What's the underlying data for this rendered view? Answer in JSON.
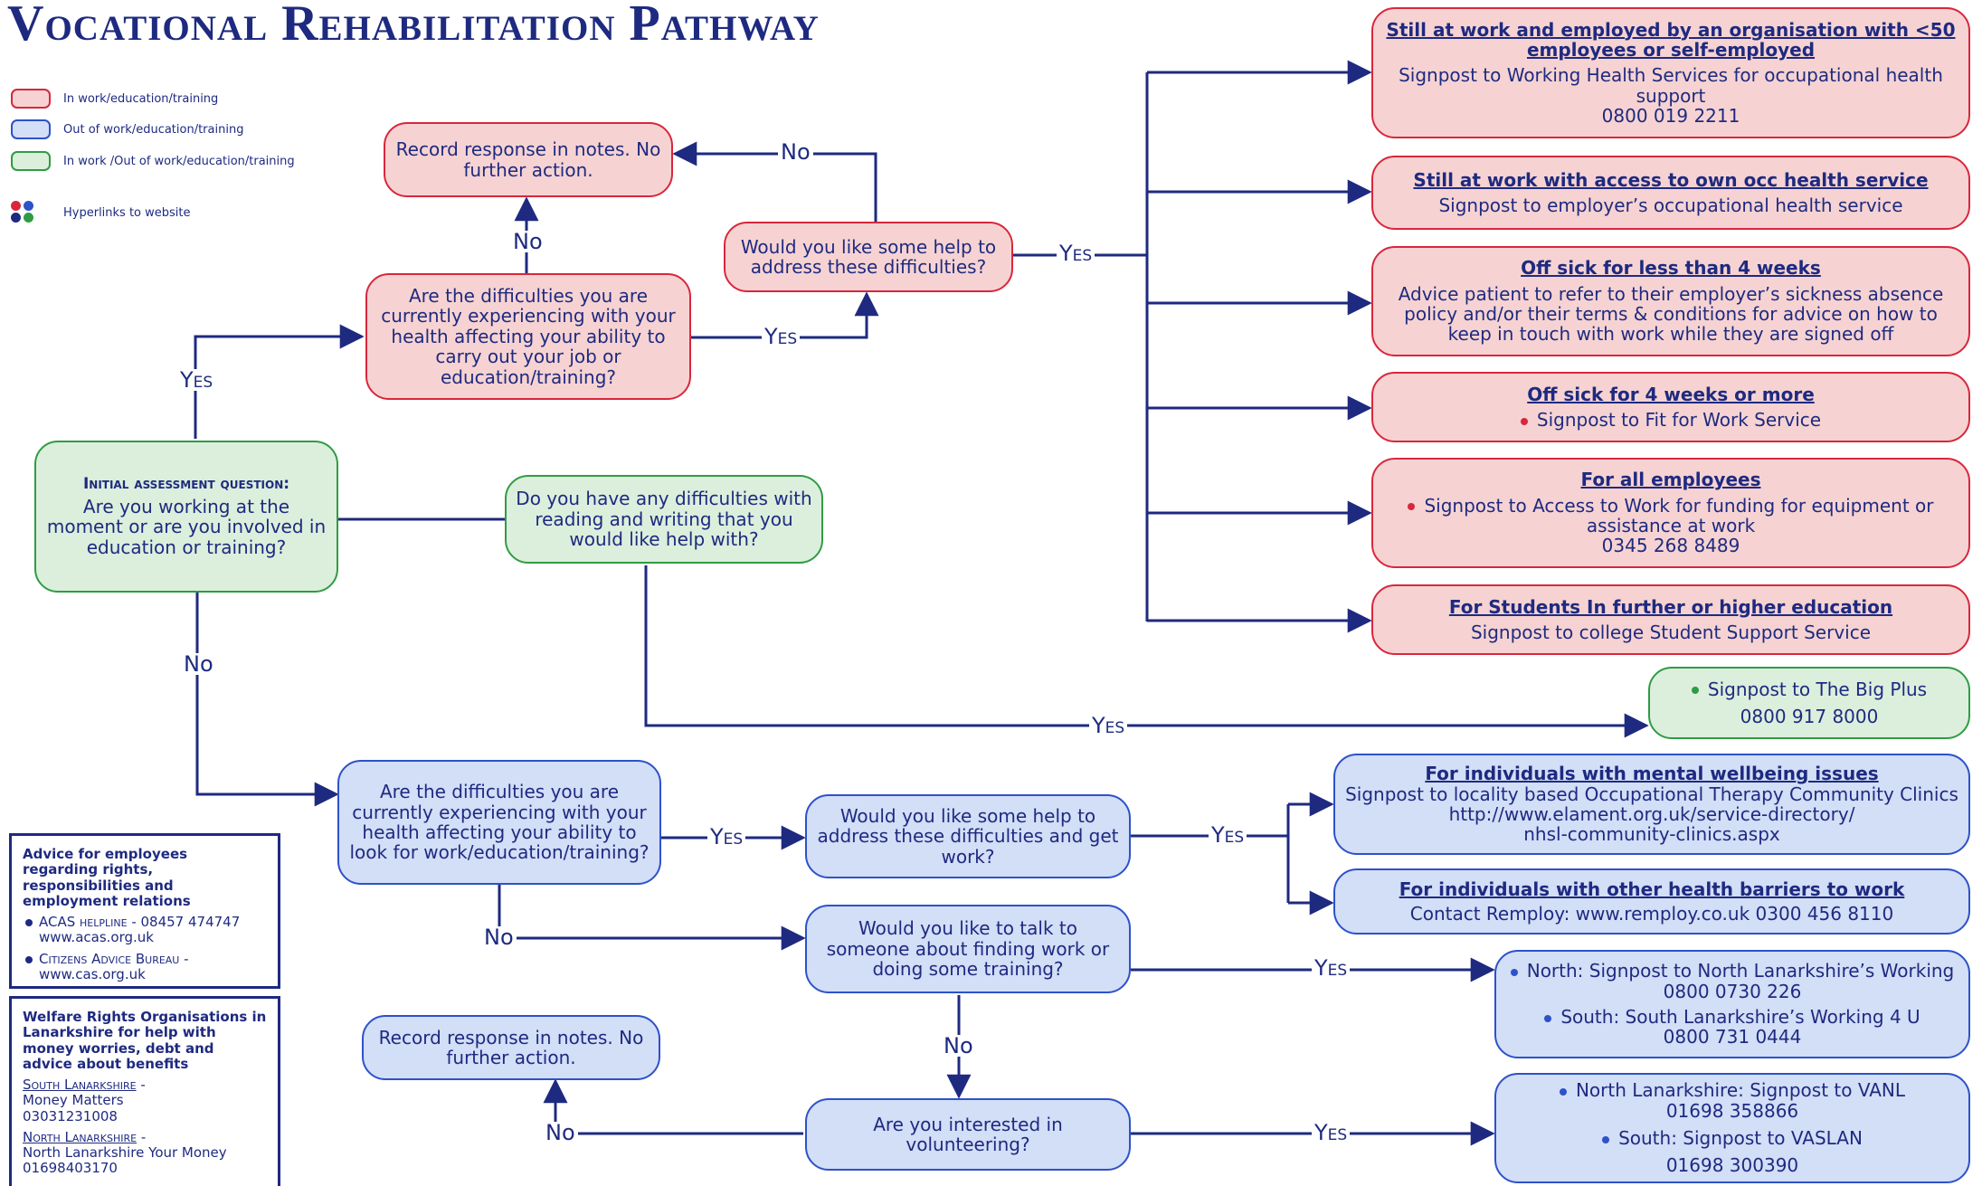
{
  "title": "Vocational Rehabilitation Pathway",
  "colors": {
    "pink_fill": "#f6d3d2",
    "pink_border": "#d8273d",
    "blue_fill": "#d3def7",
    "blue_border": "#2d52c9",
    "green_fill": "#dcefdc",
    "green_border": "#2f9c44",
    "line": "#1e2a80"
  },
  "legend": {
    "in_work": "In work/education/training",
    "out_work": "Out of work/education/training",
    "both": "In work /Out of work/education/training",
    "hyperlinks": "Hyperlinks to website"
  },
  "nodes": {
    "initial": {
      "label": "Initial assessment question:",
      "text": "Are you working at the moment or are you involved in education or training?"
    },
    "reading": "Do you have any difficulties with reading and writing that you would like help with?",
    "in_health": "Are the difficulties you are currently experiencing with your health affecting your ability to carry out your job or education/training?",
    "record_top": "Record response in notes. No further action.",
    "help_top": "Would you like some help to address these difficulties?",
    "out_health": "Are the difficulties you are currently experiencing with your health affecting your ability to look for work/education/training?",
    "help_bottom": "Would you like some help to address these difficulties and get work?",
    "talk": "Would you like to talk to someone about finding work or doing some training?",
    "volunteer": "Are you interested in volunteering?",
    "record_bottom": "Record response in notes. No further action."
  },
  "outcomes": {
    "small_employer": {
      "heading": "Still at work and employed by an organisation with <50 employees or self-employed",
      "text": "Signpost to Working Health Services for occupational health support",
      "phone": "0800 019 2211"
    },
    "own_occ": {
      "heading": "Still at work with access to own occ health service",
      "text": "Signpost to employer’s occupational health service"
    },
    "less4": {
      "heading": "Off sick for less than 4 weeks",
      "text": "Advice patient to refer to their employer’s sickness absence policy and/or their terms & conditions for advice on how to keep in touch with work while they are signed off"
    },
    "more4": {
      "heading": "Off sick for 4 weeks or more",
      "text": "Signpost to Fit for Work Service"
    },
    "all_emp": {
      "heading": "For all employees",
      "text": "Signpost to Access to Work for funding for equipment or assistance at work",
      "phone": "0345 268 8489"
    },
    "students": {
      "heading": "For Students In further or higher education",
      "text": "Signpost to college Student Support Service"
    },
    "big_plus": {
      "text": "Signpost to The Big Plus",
      "phone": "0800 917 8000"
    },
    "mental": {
      "heading": "For individuals with mental wellbeing issues",
      "text": "Signpost to locality based Occupational Therapy Community Clinics",
      "url1": "http://www.elament.org.uk/service-directory/",
      "url2": "nhsl-community-clinics.aspx"
    },
    "other_barriers": {
      "heading": "For individuals with other health barriers to work",
      "text": "Contact Remploy: www.remploy.co.uk  0300 456 8110"
    },
    "working": {
      "north": "North: Signpost to North Lanarkshire’s Working",
      "north_phone": "0800 0730 226",
      "south": "South: South Lanarkshire’s Working 4 U",
      "south_phone": "0800 731 0444"
    },
    "vanl": {
      "north": "North Lanarkshire: Signpost to VANL",
      "north_phone": "01698 358866",
      "south": "South: Signpost to VASLAN",
      "south_phone": "01698 300390"
    }
  },
  "labels": {
    "yes": "Yes",
    "no": "No"
  },
  "sidebox_advice": {
    "heading": "Advice for employees regarding rights, responsibilities and employment relations",
    "acas_name": "ACAS helpline",
    "acas_rest": " - 08457 474747",
    "acas_web": "www.acas.org.uk",
    "cab_name": "Citizens Advice Bureau",
    "cab_rest": " -",
    "cab_web": "www.cas.org.uk"
  },
  "sidebox_welfare": {
    "heading": "Welfare Rights Organisations in Lanarkshire for help with money worries, debt and advice about benefits",
    "south_name": "South Lanarkshire",
    "south_org": "Money Matters",
    "south_phone": "03031231008",
    "north_name": "North Lanarkshire",
    "north_org": "North Lanarkshire Your Money",
    "north_phone": "01698403170"
  }
}
